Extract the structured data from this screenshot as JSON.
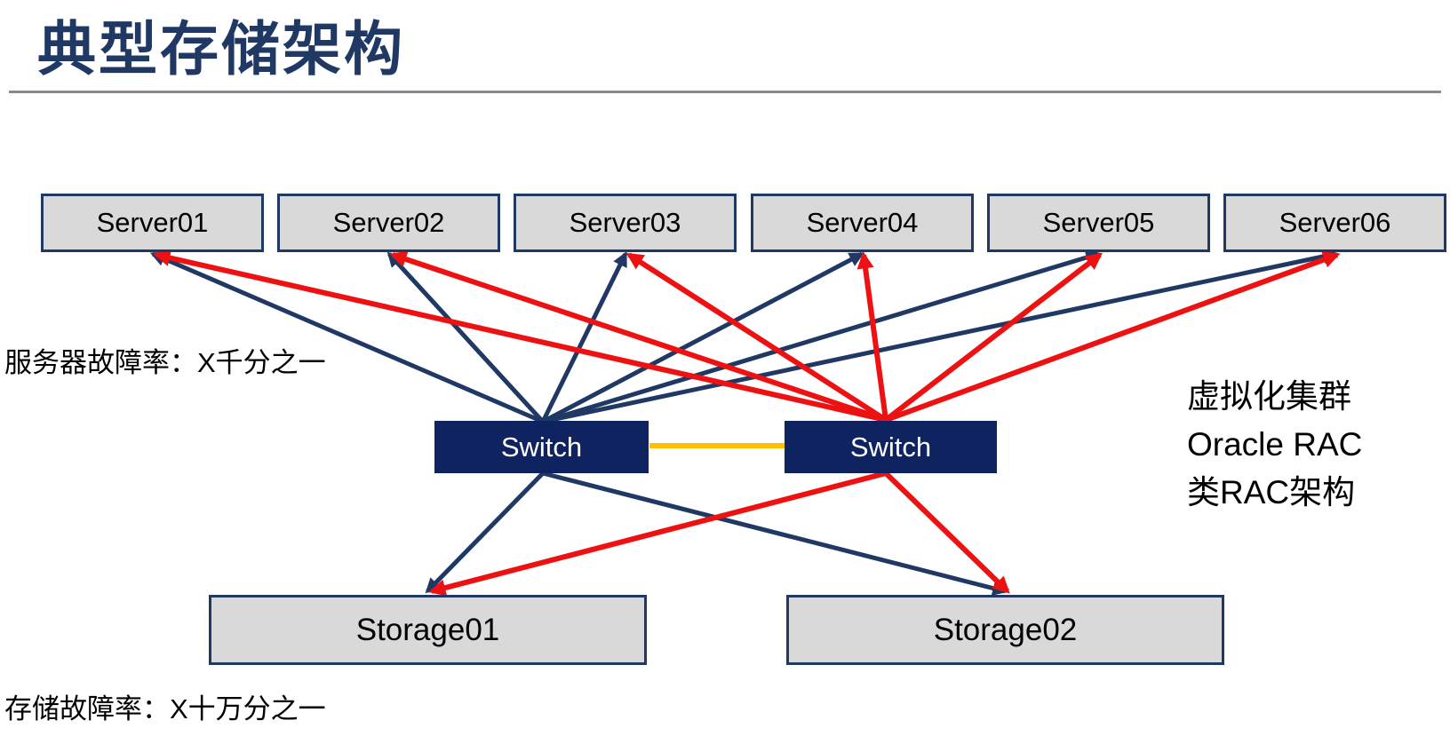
{
  "slide": {
    "title": "典型存储架构",
    "servers": [
      "Server01",
      "Server02",
      "Server03",
      "Server04",
      "Server05",
      "Server06"
    ],
    "switches": [
      "Switch",
      "Switch"
    ],
    "storages": [
      "Storage01",
      "Storage02"
    ],
    "notes": {
      "server_failure_rate": "服务器故障率：X千分之一",
      "storage_failure_rate": "存储故障率：X十万分之一",
      "cluster_note_line1": "虚拟化集群",
      "cluster_note_line2": "Oracle RAC",
      "cluster_note_line3": "类RAC架构"
    },
    "connections": {
      "server_to_left_switch": "navy line from every server to left switch",
      "server_to_right_switch": "red line from every server to right switch",
      "left_switch_to_storages": "navy lines to Storage01 and Storage02",
      "right_switch_to_storages": "red lines to Storage01 and Storage02",
      "switch_to_switch": "orange link between the two switches"
    },
    "colors": {
      "navy": "#1F3864",
      "red": "#EE1111",
      "orange": "#FFC000",
      "box_gray": "#D9D9D9",
      "switch_fill": "#0F2360",
      "title_navy": "#1F3864",
      "divider_gray": "#8A8A8A"
    }
  }
}
